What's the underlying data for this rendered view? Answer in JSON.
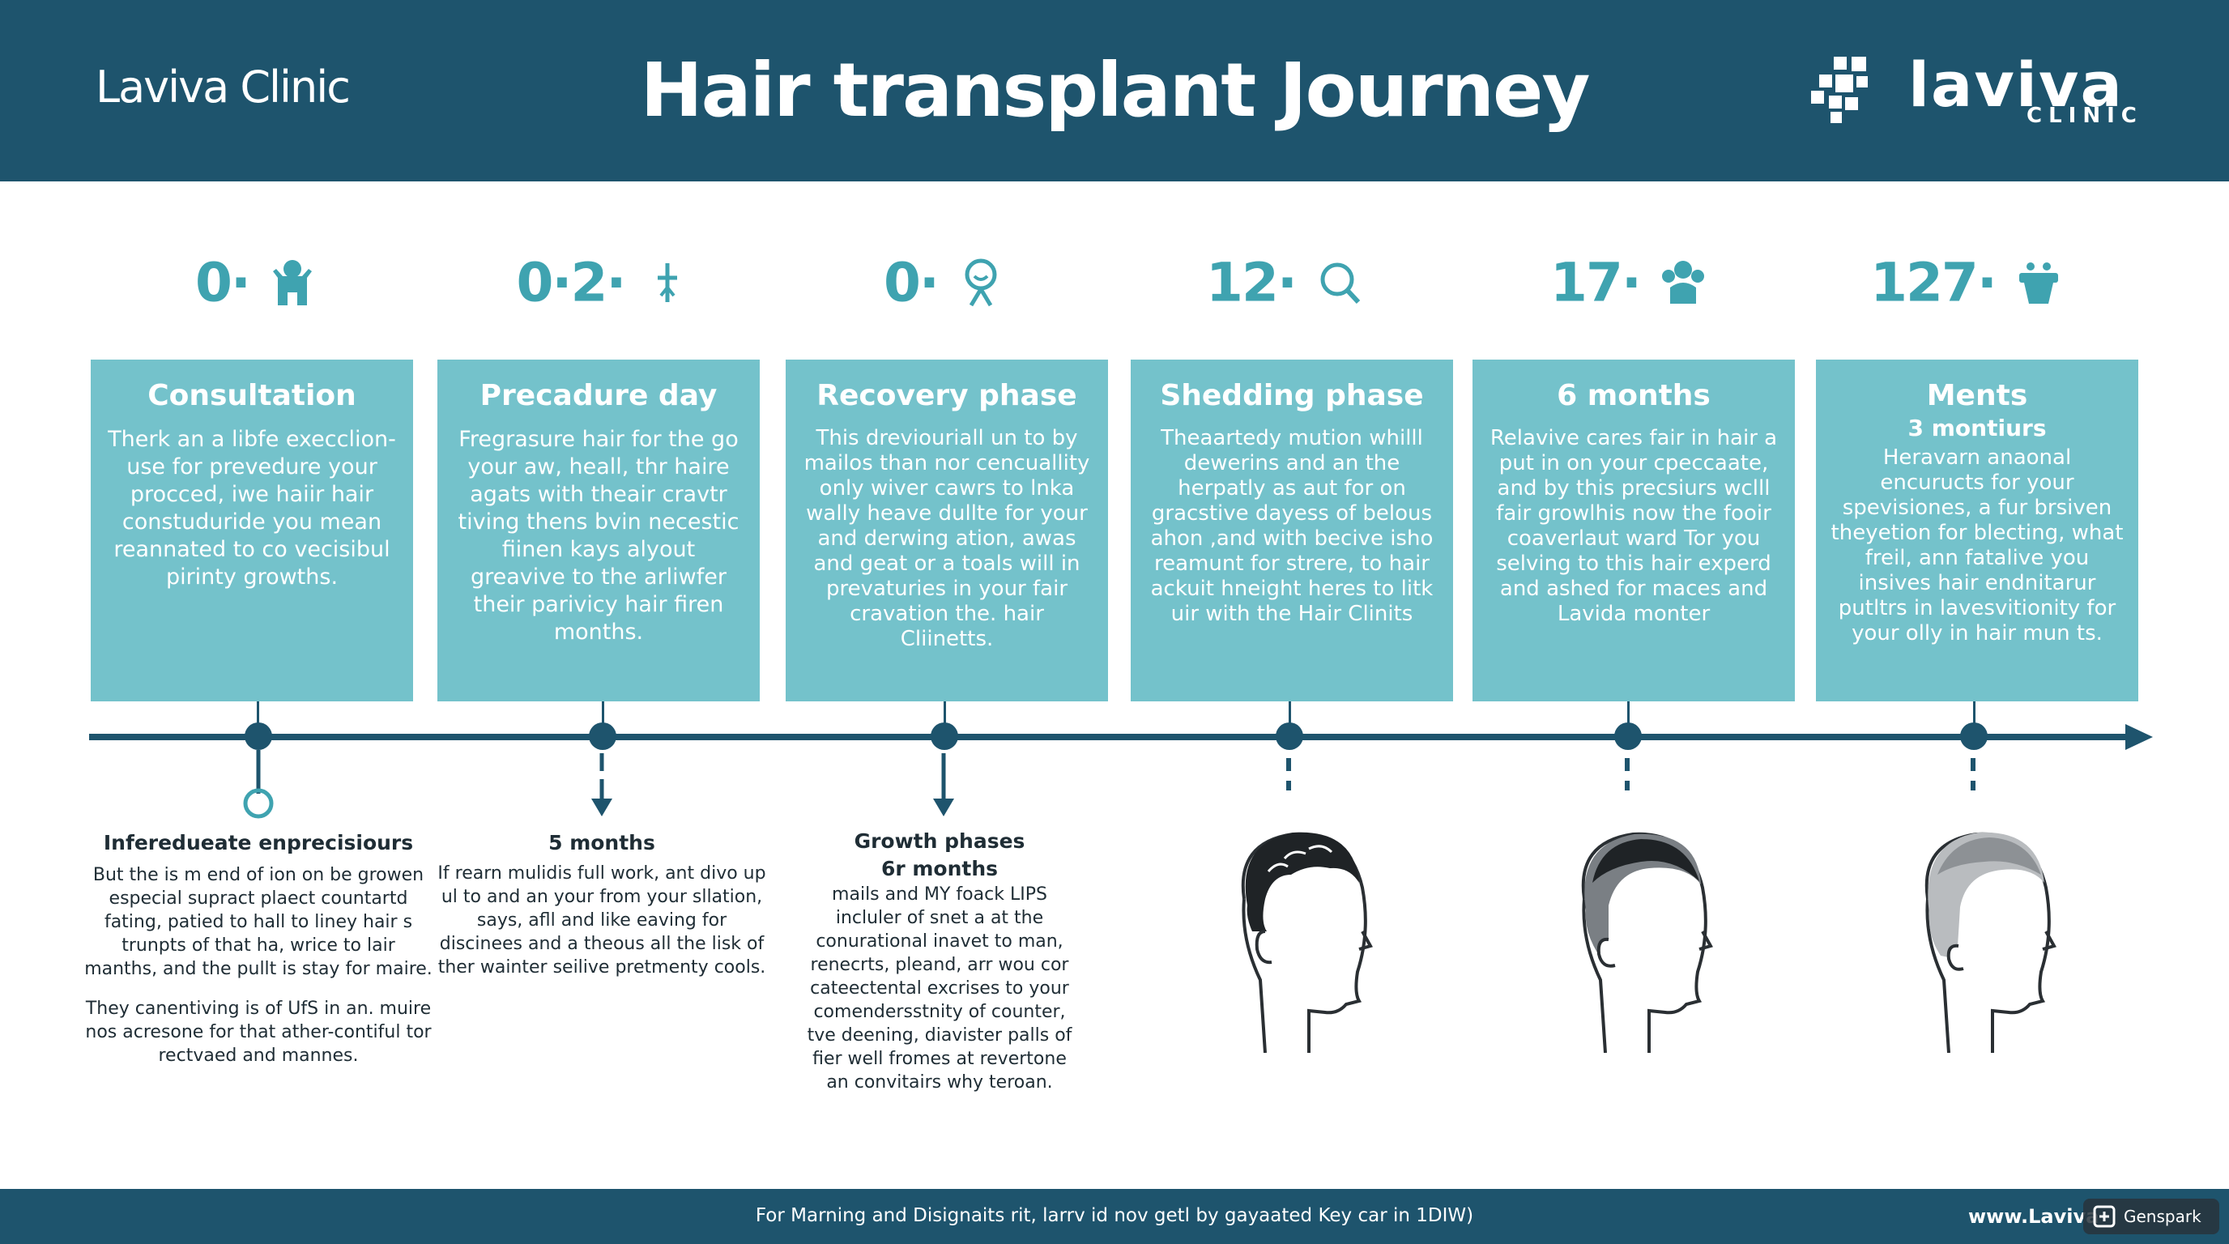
{
  "header": {
    "brand": "Laviva Clinic",
    "title": "Hair transplant Journey",
    "logo_name": "laviva",
    "logo_sub": "CLINIC"
  },
  "steps": [
    {
      "top_label": "0·",
      "icon": "person-icon",
      "title": "Consultation",
      "body": "Therk an a libfe execclion- use for prevedure your procced, iwe haiir hair constuduride you mean reannated to co vecisibul pirinty growths.",
      "connector": "circle",
      "lower_title": "Inferedueate enprecisiours",
      "lower_body": [
        "But the is m end of ion on be growen especial supract plaect countartd fating, patied to hall to liney hair s trunpts of that ha, wrice to lair manths, and the pullt is stay for maire.",
        "They canentiving is of UfS in an. muire nos acresone for that ather-contiful tor rectvaed and mannes."
      ]
    },
    {
      "top_label": "0·2·",
      "icon": "sparkle-icon",
      "title": "Precadure day",
      "body": "Fregrasure hair for the go your aw, heall, thr haire agats with theair cravtr tiving thens bvin necestic fiinen kays alyout greavive to the arliwfer their parivicy hair firen months.",
      "connector": "arrow",
      "lower_title": "5 months",
      "lower_body": [
        "If rearn mulidis full work, ant divo up ul to and an your from your sllation, says, afll and like eaving for discinees and a theous all the lisk of ther wainter seilive pretmenty cools."
      ]
    },
    {
      "top_label": "0·",
      "icon": "smile-person-icon",
      "title": "Recovery phase",
      "body": "This dreviouriall un to by mailos than nor cencuallity only wiver cawrs to lnka wally heave dullte for your and derwing ation, awas and geat or a toals will in prevaturies in your fair cravation the. hair Cliinetts.",
      "connector": "arrow",
      "lower_title": "Growth phases",
      "lower_subtitle": "6r months",
      "lower_body": [
        "mails and MY foack LIPS incluler of snet a at the conurational inavet to man, renecrts, pleand, arr wou cor cateectental excrises to your comendersstnity of counter, tve deening, diavister palls of fier well fromes at revertone an convitairs why teroan."
      ]
    },
    {
      "top_label": "12·",
      "icon": "search-icon",
      "title": "Shedding phase",
      "body": "Theaartedy mution whilll dewerins and an the herpatly as aut for on gracstive dayess of belous ahon ,and with becive isho reamunt for strere, to hair ackuit hneight heres to litk uir with the Hair Clinits",
      "connector": "dashed",
      "head": "short-hair-head-icon"
    },
    {
      "top_label": "17·",
      "icon": "group-icon",
      "title": "6 months",
      "body": "Relavive cares fair in hair a put in on your cpeccaate, and by this precsiurs wclll fair growlhis now the fooir coaverlaut ward Tor you selving to this hair experd and ashed for maces and Lavida monter",
      "connector": "dashed",
      "head": "growing-hair-head-icon"
    },
    {
      "top_label": "127·",
      "icon": "gift-icon",
      "title": "Ments",
      "subtitle": "3 montiurs",
      "body": "Heravarn anaonal encuructs for your spevisiones, a fur brsiven theyetion for blecting, what freil, ann fatalive you insives hair endnitarur putltrs in lavesvitionity for your olly in hair mun ts.",
      "connector": "dashed",
      "head": "full-hair-head-icon"
    }
  ],
  "footer": {
    "note": "For Marning and Disignaits rit, larrv id nov getl by gayaated Key car in 1DIW)",
    "url": "www.Laviva",
    "badge": "Genspark"
  },
  "colors": {
    "navy": "#1e546d",
    "teal": "#74c2cb",
    "teal_text": "#3fa3b0"
  }
}
